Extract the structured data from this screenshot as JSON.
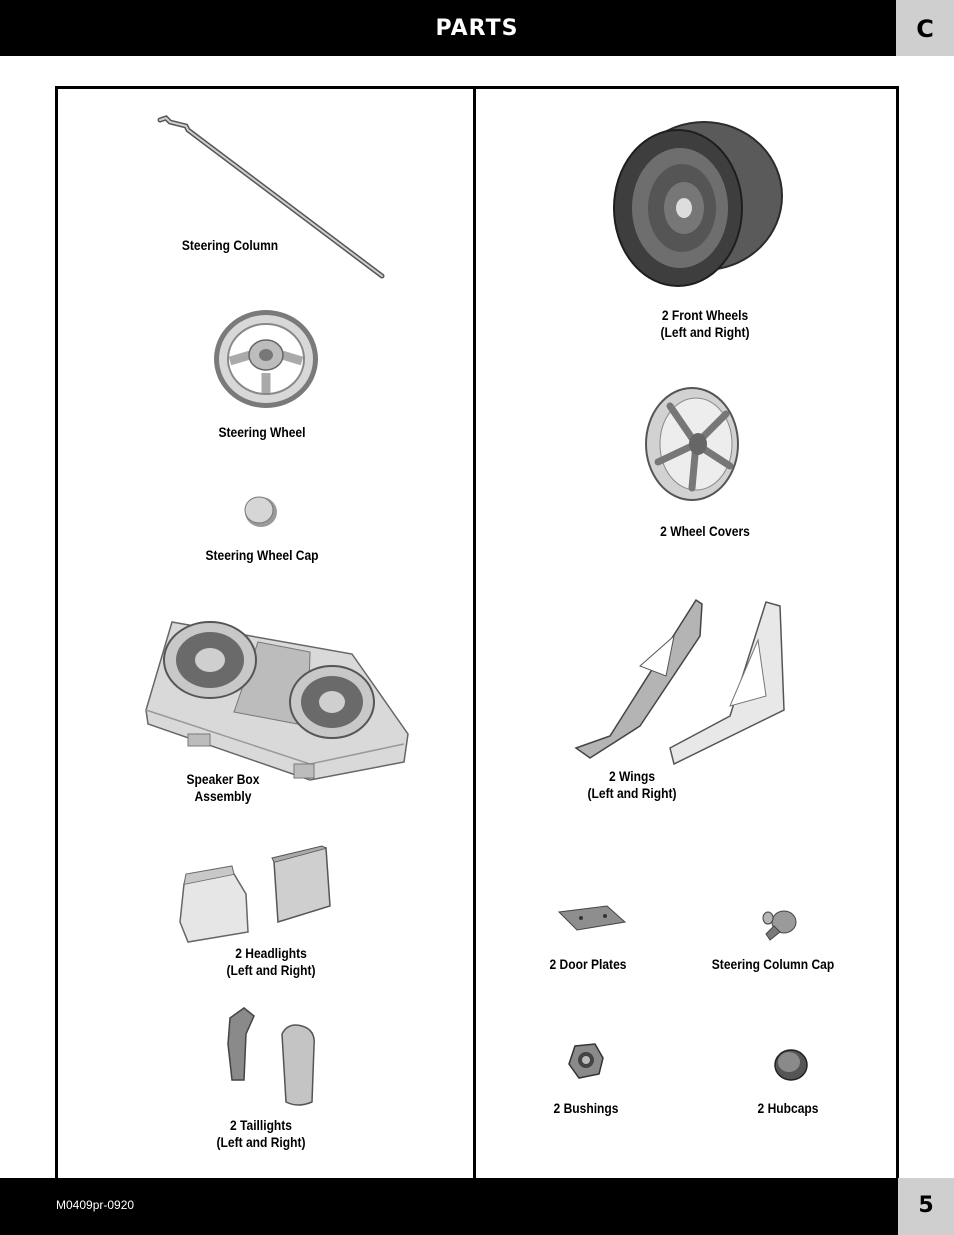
{
  "header": {
    "title": "PARTS",
    "section_letter": "C"
  },
  "footer": {
    "doc_code": "M0409pr-0920",
    "page_number": "5"
  },
  "parts": {
    "steering_column": "Steering Column",
    "steering_wheel": "Steering Wheel",
    "steering_wheel_cap": "Steering Wheel Cap",
    "speaker_box_1": "Speaker Box",
    "speaker_box_2": "Assembly",
    "headlights_1": "2 Headlights",
    "headlights_2": "(Left and Right)",
    "taillights_1": "2 Taillights",
    "taillights_2": "(Left and Right)",
    "front_wheels_1": "2 Front Wheels",
    "front_wheels_2": "(Left and Right)",
    "wheel_covers": "2 Wheel Covers",
    "wings_1": "2 Wings",
    "wings_2": "(Left and Right)",
    "door_plates": "2 Door Plates",
    "steering_column_cap": "Steering Column Cap",
    "bushings": "2 Bushings",
    "hubcaps": "2 Hubcaps"
  }
}
